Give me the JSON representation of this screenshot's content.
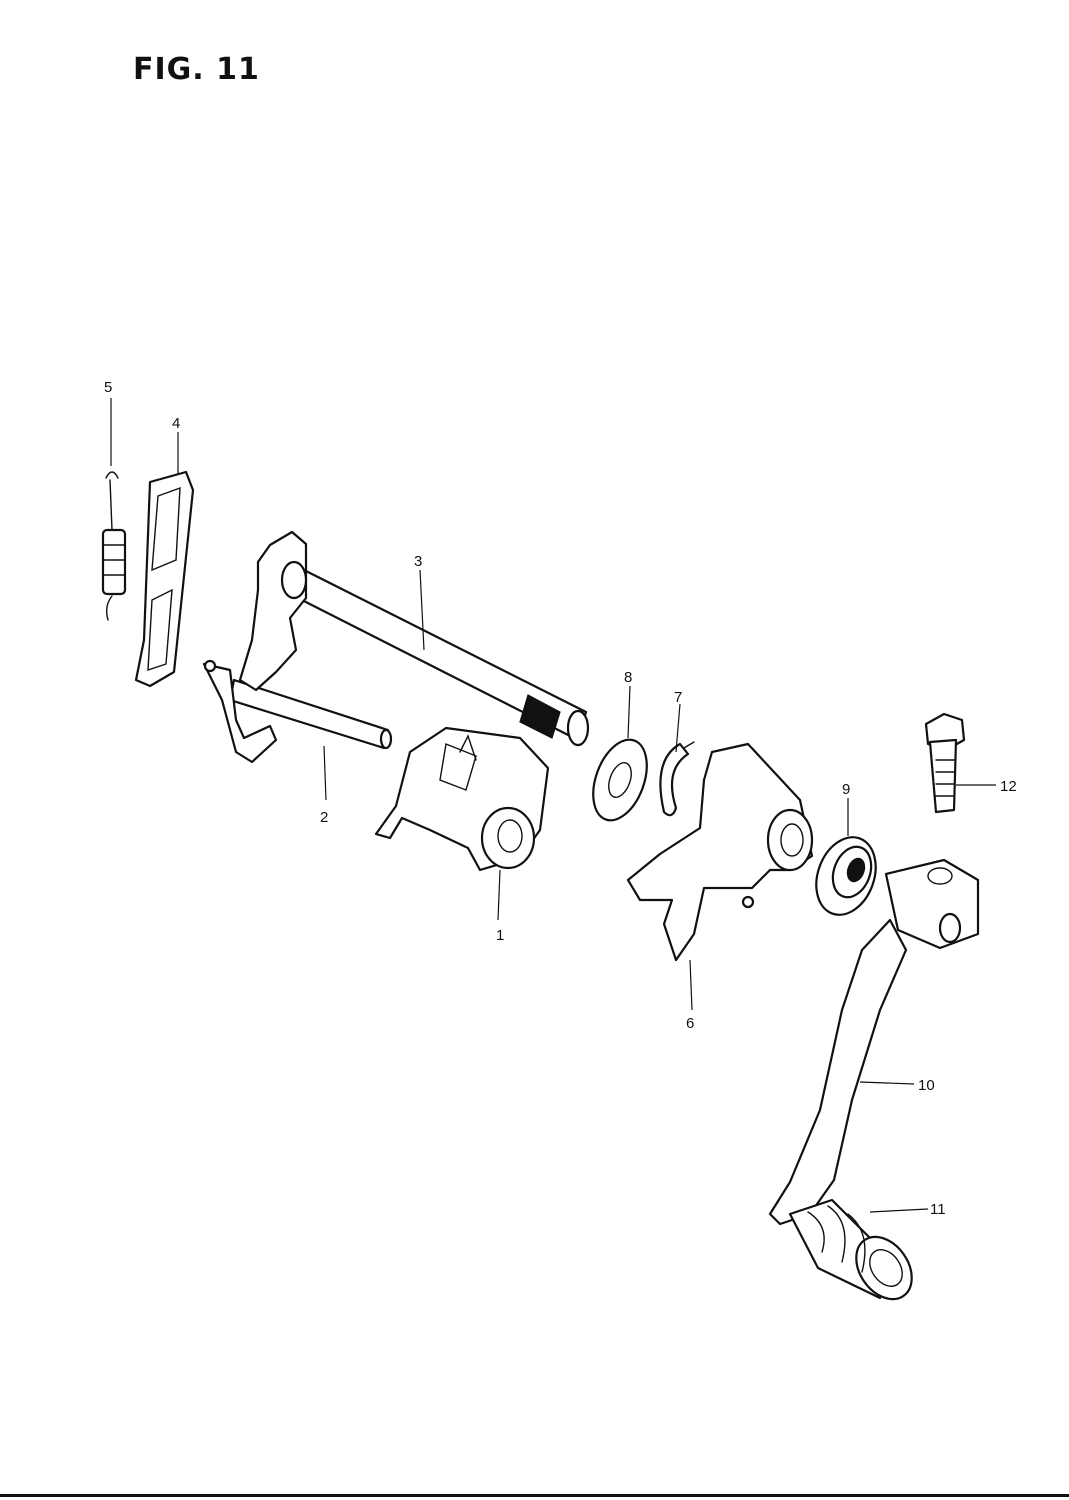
{
  "figure": {
    "title": "FIG. 11"
  },
  "callouts": [
    {
      "id": "1",
      "label": "1"
    },
    {
      "id": "2",
      "label": "2"
    },
    {
      "id": "3",
      "label": "3"
    },
    {
      "id": "4",
      "label": "4"
    },
    {
      "id": "5",
      "label": "5"
    },
    {
      "id": "6",
      "label": "6"
    },
    {
      "id": "7",
      "label": "7"
    },
    {
      "id": "8",
      "label": "8"
    },
    {
      "id": "9",
      "label": "9"
    },
    {
      "id": "10",
      "label": "10"
    },
    {
      "id": "11",
      "label": "11"
    },
    {
      "id": "12",
      "label": "12"
    }
  ]
}
